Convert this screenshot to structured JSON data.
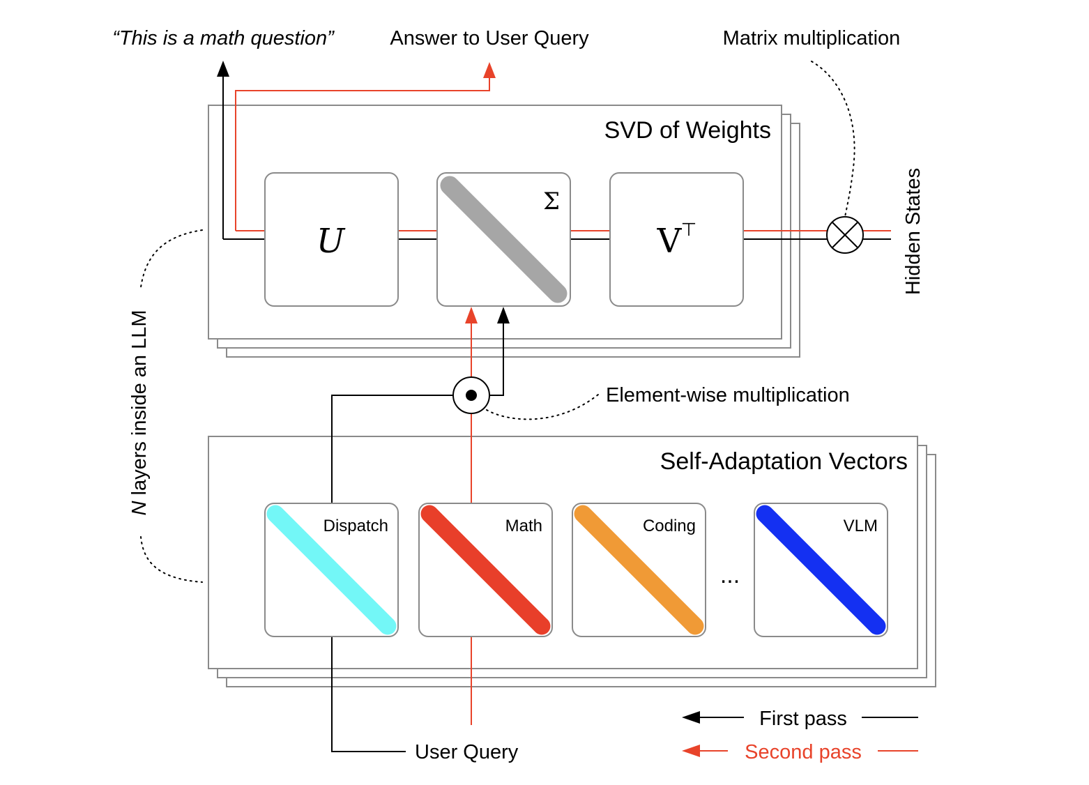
{
  "colors": {
    "first_pass": "#000000",
    "second_pass": "#e8432a",
    "sigma_diag": "#a6a6a6",
    "dispatch": "#73f7f7",
    "math": "#e83f2a",
    "coding": "#f09a36",
    "vlm": "#1430f2",
    "border": "#8a8a8a"
  },
  "top": {
    "math_question": "“This is a math question”",
    "answer": "Answer to User Query",
    "matrix_mult": "Matrix multiplication"
  },
  "svd": {
    "title": "SVD of Weights",
    "u": "U",
    "sigma": "Σ",
    "v": "V",
    "v_sup": "⊤"
  },
  "side": {
    "layers_italic": "N",
    "layers_rest": " layers inside an LLM",
    "hidden": "Hidden States"
  },
  "elementwise": "Element-wise multiplication",
  "vectors": {
    "title": "Self-Adaptation Vectors",
    "items": [
      "Dispatch",
      "Math",
      "Coding",
      "VLM"
    ],
    "ellipsis": "..."
  },
  "user_query": "User Query",
  "legend": {
    "first": "First pass",
    "second": "Second pass"
  }
}
